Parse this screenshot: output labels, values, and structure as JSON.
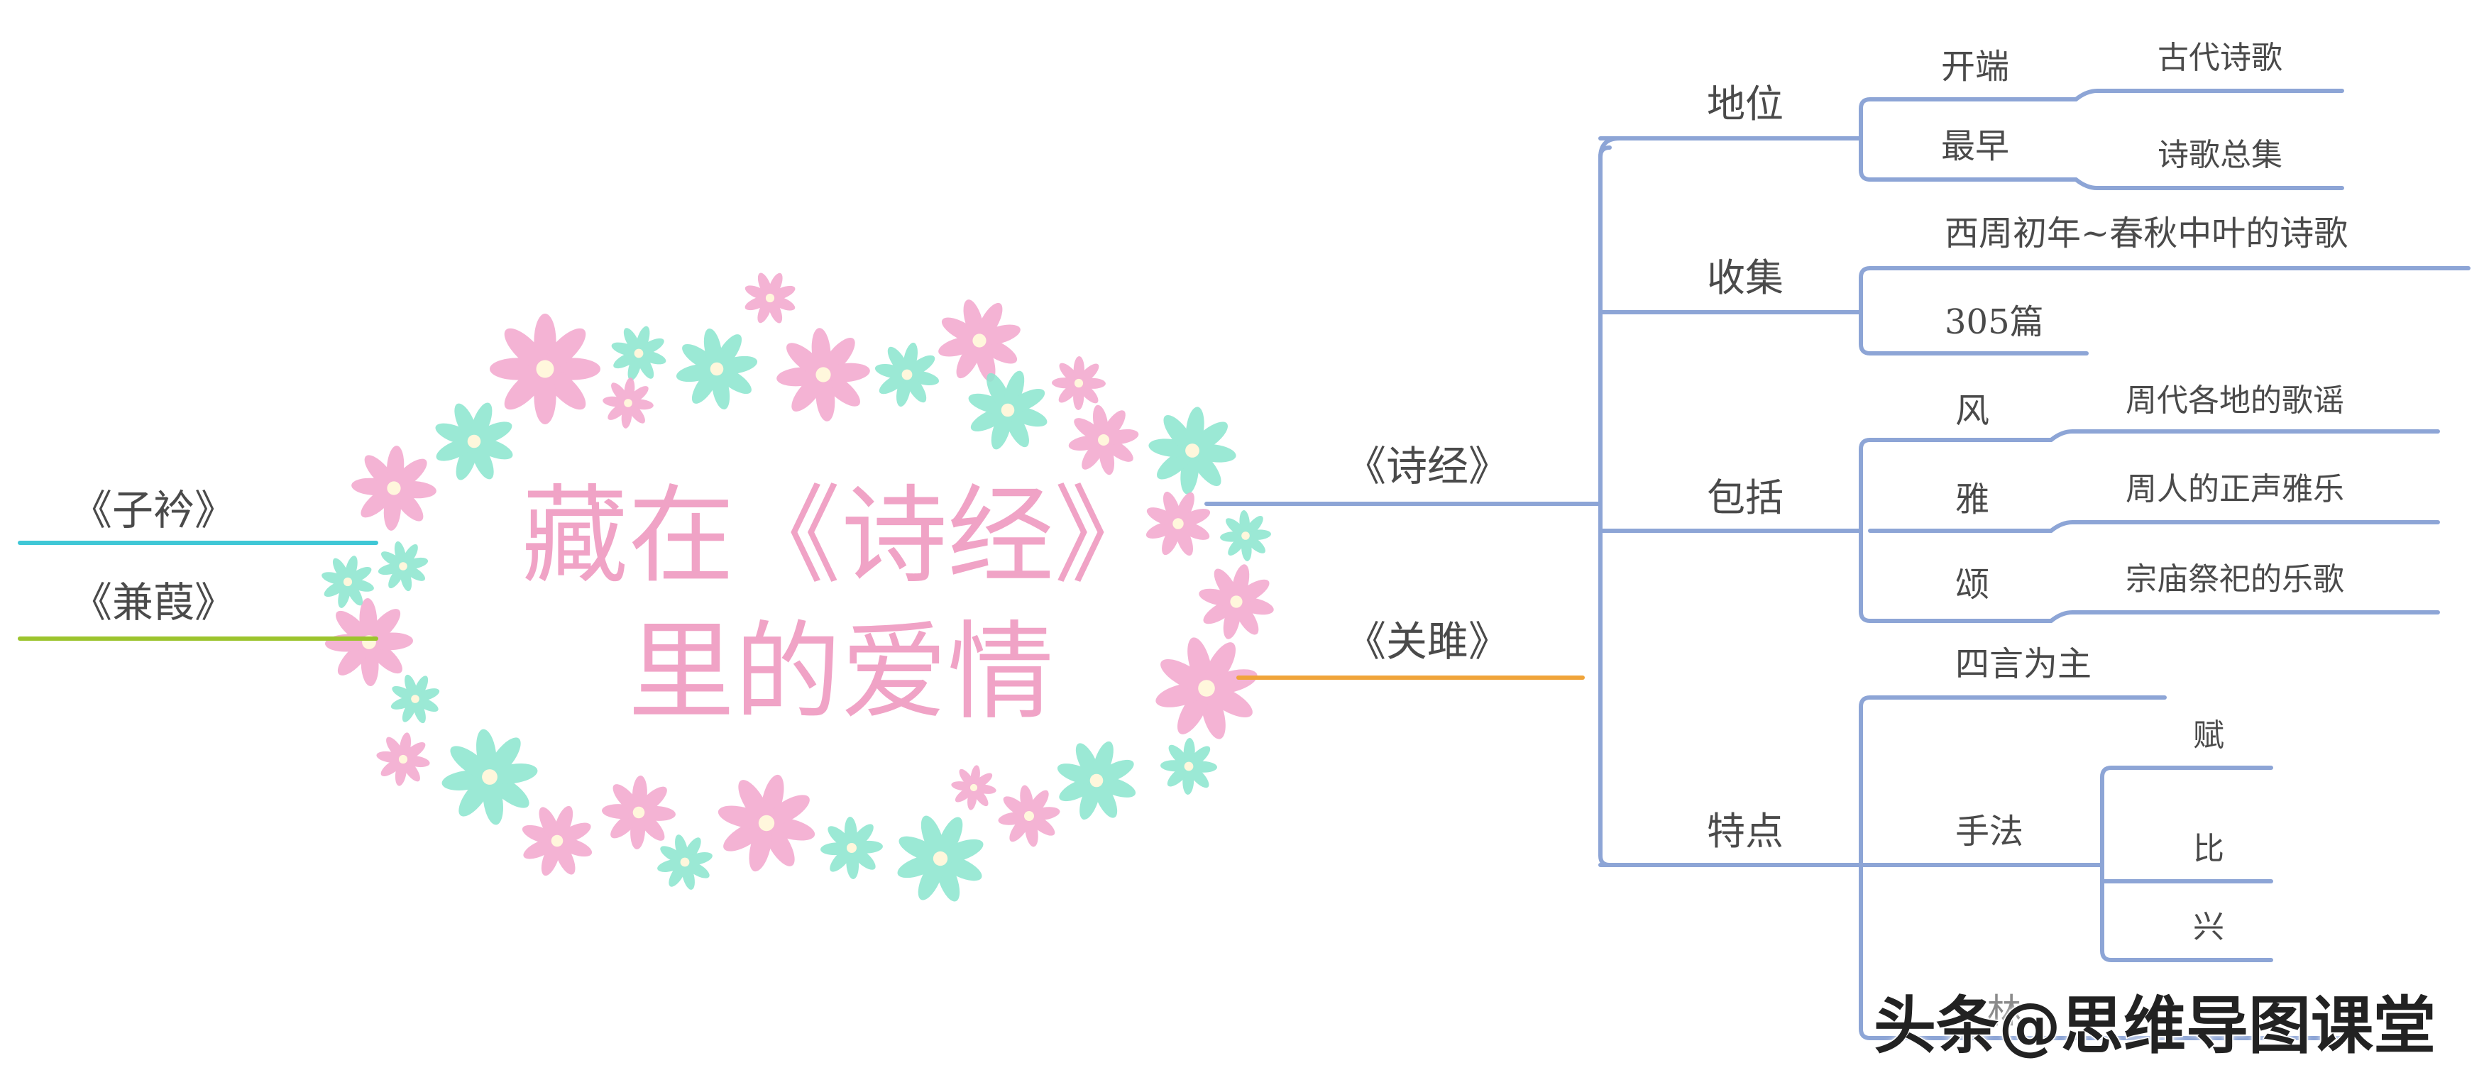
{
  "title": {
    "line1": "藏在《诗经》",
    "line2": "里的爱情"
  },
  "left_branches": [
    "《子衿》",
    "《兼葭》"
  ],
  "right_branches": [
    "《诗经》",
    "《关雎》"
  ],
  "shijing": {
    "status": {
      "label": "地位",
      "children": [
        {
          "label": "开端",
          "detail": "古代诗歌"
        },
        {
          "label": "最早",
          "detail": "诗歌总集"
        }
      ]
    },
    "collection": {
      "label": "收集",
      "children": [
        "西周初年~春秋中叶的诗歌",
        "305篇"
      ]
    },
    "includes": {
      "label": "包括",
      "children": [
        {
          "label": "风",
          "detail": "周代各地的歌谣"
        },
        {
          "label": "雅",
          "detail": "周人的正声雅乐"
        },
        {
          "label": "颂",
          "detail": "宗庙祭祀的乐歌"
        }
      ]
    },
    "features": {
      "label": "特点",
      "main": "四言为主",
      "technique": {
        "label": "手法",
        "children": [
          "赋",
          "比",
          "兴"
        ]
      },
      "partial": "林"
    }
  },
  "watermark": "头条@思维导图课堂",
  "colors": {
    "title_pink": "#f0a3c6",
    "flower_pink": "#f3a9cf",
    "flower_mint": "#8ee6d0",
    "branch_blue": "#8da5d6",
    "branch_orange": "#f0a43a",
    "branch_cyan": "#3fc7d6",
    "branch_green": "#9cc42d",
    "text_gray": "#4a4a4a"
  },
  "icons": [
    "flower-icon"
  ]
}
